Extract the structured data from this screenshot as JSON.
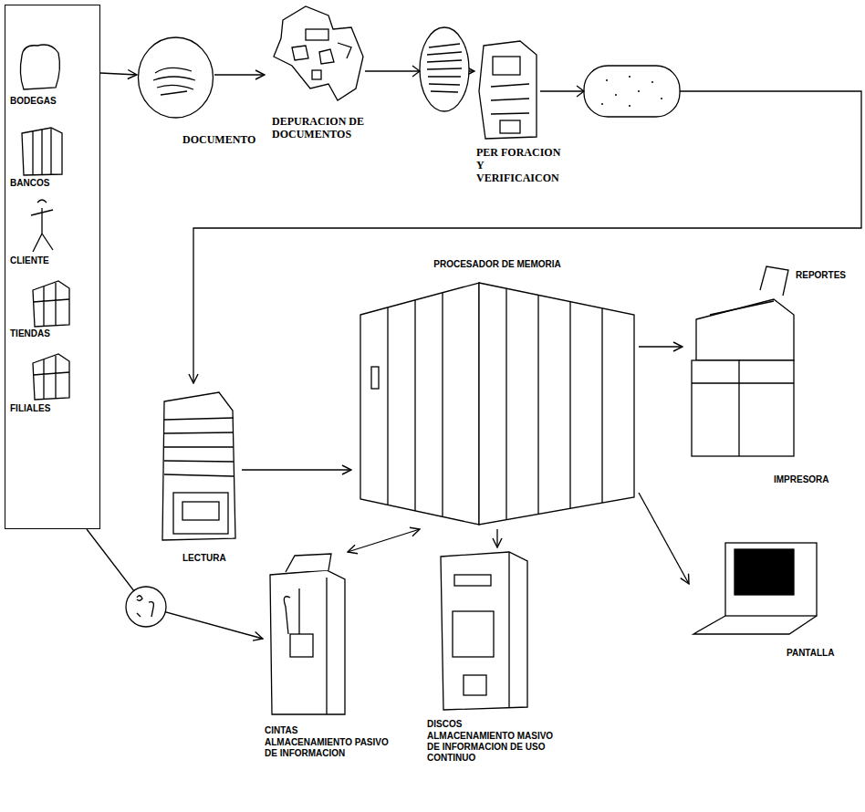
{
  "diagram": {
    "nodes": [
      {
        "text": [
          "BODEGAS",
          "BANCOS",
          "CLIENTE",
          "TIENDAS",
          "FILIALES"
        ]
      },
      {
        "text": [
          "DOCUMENTO"
        ]
      },
      {
        "text": [
          "DEPURACION DE DOCUMENTOS"
        ]
      },
      {
        "text": [
          "PER FORACION Y VERIFICAICON"
        ]
      },
      {
        "text": [
          "LECTURA"
        ]
      },
      {
        "text": [
          "PROCESADOR DE MEMORIA"
        ]
      },
      {
        "text": [
          "REPORTES",
          "IMPRESORA"
        ]
      },
      {
        "text": [
          "PANTALLA"
        ]
      },
      {
        "text": [
          "DISCOS",
          "ALMACENAMIENTO MASIVO DE INFORMACION DE USO CONTINUO"
        ]
      },
      {
        "text": [
          "CINTAS",
          "ALMACENAMIENTO PASIVO DE INFORMACION"
        ]
      }
    ],
    "edges": [
      {
        "from": 0,
        "to": 1,
        "arrow": "to"
      },
      {
        "from": 1,
        "to": 2,
        "arrow": "to"
      },
      {
        "from": 2,
        "to": 3,
        "arrow": "to"
      },
      {
        "from": 3,
        "to": 4,
        "arrow": "to"
      },
      {
        "from": 4,
        "to": 5,
        "arrow": "to"
      },
      {
        "from": 5,
        "to": 6,
        "arrow": "to"
      },
      {
        "from": 5,
        "to": 7,
        "arrow": "to"
      },
      {
        "from": 5,
        "to": 8,
        "arrow": "to"
      },
      {
        "from": 5,
        "to": 9,
        "arrow": "both"
      },
      {
        "from": 0,
        "to": 9,
        "arrow": "to"
      }
    ]
  }
}
